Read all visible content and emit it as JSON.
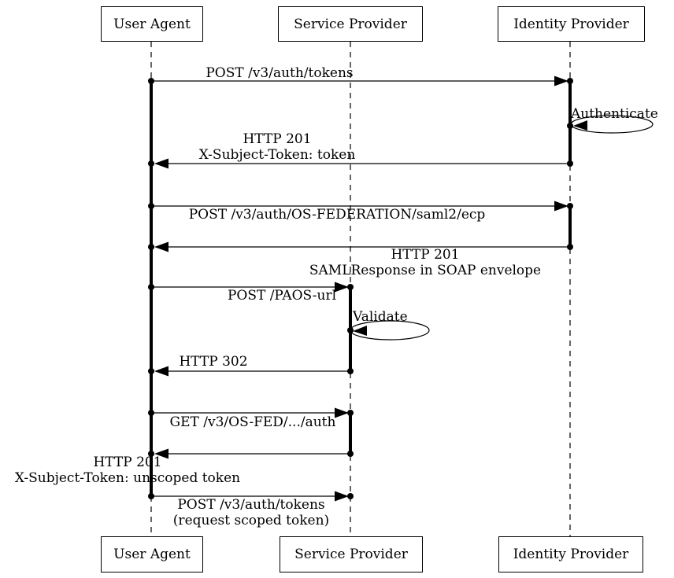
{
  "diagram": {
    "type": "uml-sequence-diagram",
    "colors": {
      "foreground": "#000000",
      "background": "#ffffff"
    },
    "actors": [
      {
        "id": "user-agent",
        "label": "User Agent"
      },
      {
        "id": "service-provider",
        "label": "Service Provider"
      },
      {
        "id": "identity-provider",
        "label": "Identity Provider"
      }
    ],
    "messages": [
      {
        "from": "User Agent",
        "to": "Identity Provider",
        "self": false,
        "lines": [
          "POST /v3/auth/tokens"
        ]
      },
      {
        "from": "Identity Provider",
        "to": "Identity Provider",
        "self": true,
        "lines": [
          "Authenticate"
        ]
      },
      {
        "from": "Identity Provider",
        "to": "User Agent",
        "self": false,
        "lines": [
          "HTTP 201",
          "X-Subject-Token: token"
        ]
      },
      {
        "from": "User Agent",
        "to": "Identity Provider",
        "self": false,
        "lines": [
          "POST /v3/auth/OS-FEDERATION/saml2/ecp"
        ]
      },
      {
        "from": "Identity Provider",
        "to": "User Agent",
        "self": false,
        "lines": [
          "HTTP 201",
          "SAMLResponse in SOAP envelope"
        ]
      },
      {
        "from": "User Agent",
        "to": "Service Provider",
        "self": false,
        "lines": [
          "POST /PAOS-url"
        ]
      },
      {
        "from": "Service Provider",
        "to": "Service Provider",
        "self": true,
        "lines": [
          "Validate"
        ]
      },
      {
        "from": "Service Provider",
        "to": "User Agent",
        "self": false,
        "lines": [
          "HTTP 302"
        ]
      },
      {
        "from": "User Agent",
        "to": "Service Provider",
        "self": false,
        "lines": [
          "GET /v3/OS-FED/.../auth"
        ]
      },
      {
        "from": "Service Provider",
        "to": "User Agent",
        "self": false,
        "lines": [
          "HTTP 201",
          "X-Subject-Token: unscoped token"
        ]
      },
      {
        "from": "User Agent",
        "to": "Service Provider",
        "self": false,
        "lines": [
          "POST /v3/auth/tokens",
          "(request scoped token)"
        ]
      }
    ]
  }
}
